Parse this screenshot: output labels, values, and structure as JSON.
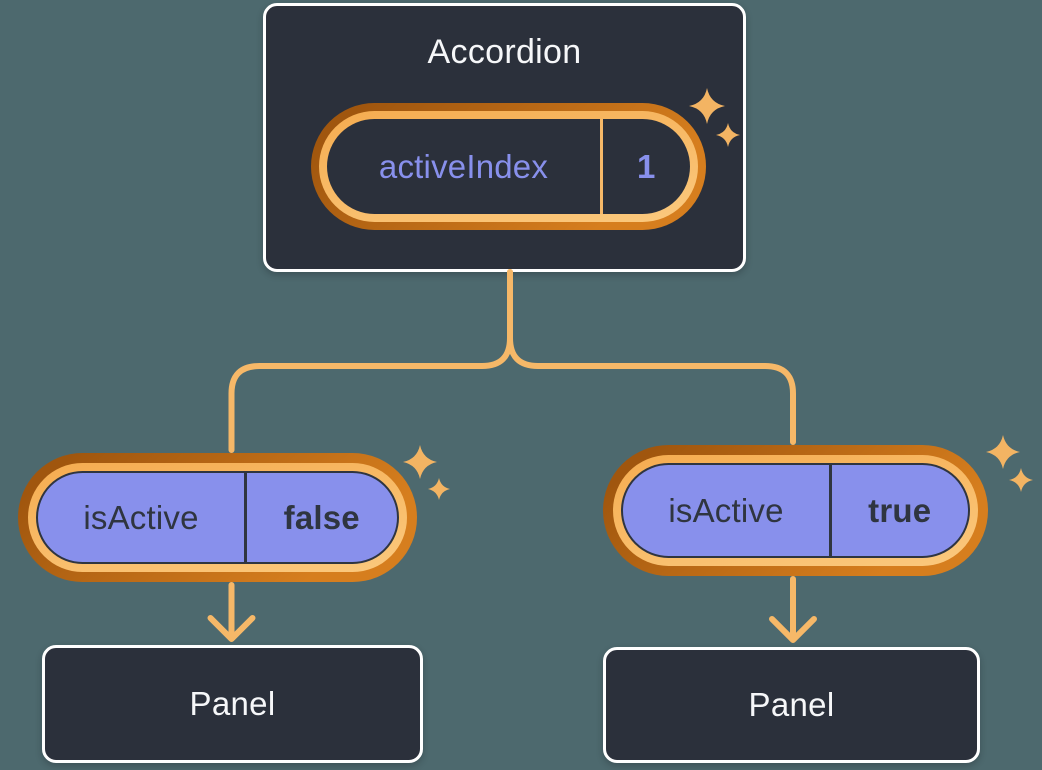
{
  "colors": {
    "background": "#4D696E",
    "node_fill": "#2B303B",
    "node_border": "#FFFFFF",
    "text_light": "#F6F7F9",
    "text_dark": "#2F3540",
    "lavender": "#8890EC",
    "orange_ring_dark": "#C2690F",
    "orange_ring_light": "#F8BD66",
    "connector_orange": "#F6B868"
  },
  "accordion": {
    "title": "Accordion",
    "state_pill": {
      "label": "activeIndex",
      "value": "1"
    }
  },
  "left": {
    "prop_pill": {
      "label": "isActive",
      "value": "false"
    },
    "panel_label": "Panel"
  },
  "right": {
    "prop_pill": {
      "label": "isActive",
      "value": "true"
    },
    "panel_label": "Panel"
  }
}
